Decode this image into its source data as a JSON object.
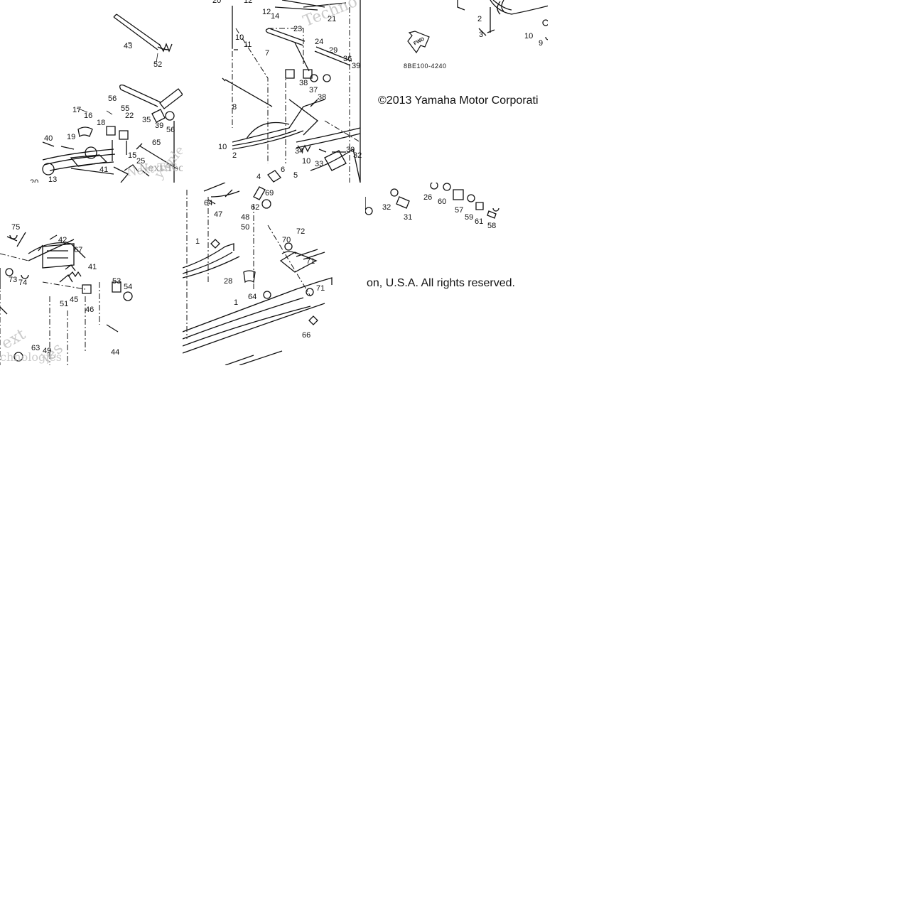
{
  "diagram": {
    "copyright_part1": "©2013 Yamaha Motor Corporati",
    "copyright_part2": "on, U.S.A. All rights reserved.",
    "diagram_code": "8BE100-4240",
    "fwd_label": "FWD",
    "watermark_top_center": "Techno",
    "watermark_top_left": "Next Tec",
    "watermark_top_left_b": "ywnle",
    "watermark_bottom_left_a": "ext",
    "watermark_bottom_left_b": "chnologies",
    "watermark_bottom_left_c": "ies",
    "labels": {
      "t1": [
        "43",
        "52",
        "56",
        "55",
        "35",
        "39",
        "56",
        "17",
        "16",
        "18",
        "22",
        "40",
        "19",
        "15",
        "65",
        "25",
        "41",
        "13",
        "20",
        "Next Tec"
      ],
      "t2": [
        "20",
        "12",
        "12",
        "14",
        "21",
        "10",
        "11",
        "23",
        "24",
        "7",
        "29",
        "36",
        "39",
        "38",
        "37",
        "38",
        "8",
        "10",
        "2",
        "34",
        "30",
        "32",
        "10",
        "33",
        "5",
        "4",
        "6"
      ],
      "t3": [
        "2",
        "3",
        "10",
        "9"
      ],
      "t4": [
        "75",
        "42",
        "67",
        "41",
        "73",
        "74",
        "53",
        "54",
        "51",
        "45",
        "46",
        "44",
        "63",
        "49"
      ],
      "t5": [
        "64",
        "47",
        "62",
        "69",
        "48",
        "50",
        "1",
        "28",
        "64",
        "1",
        "70",
        "72",
        "71",
        "71",
        "66"
      ],
      "t6": [
        "32",
        "31",
        "26",
        "60",
        "57",
        "59",
        "61",
        "58"
      ]
    }
  }
}
